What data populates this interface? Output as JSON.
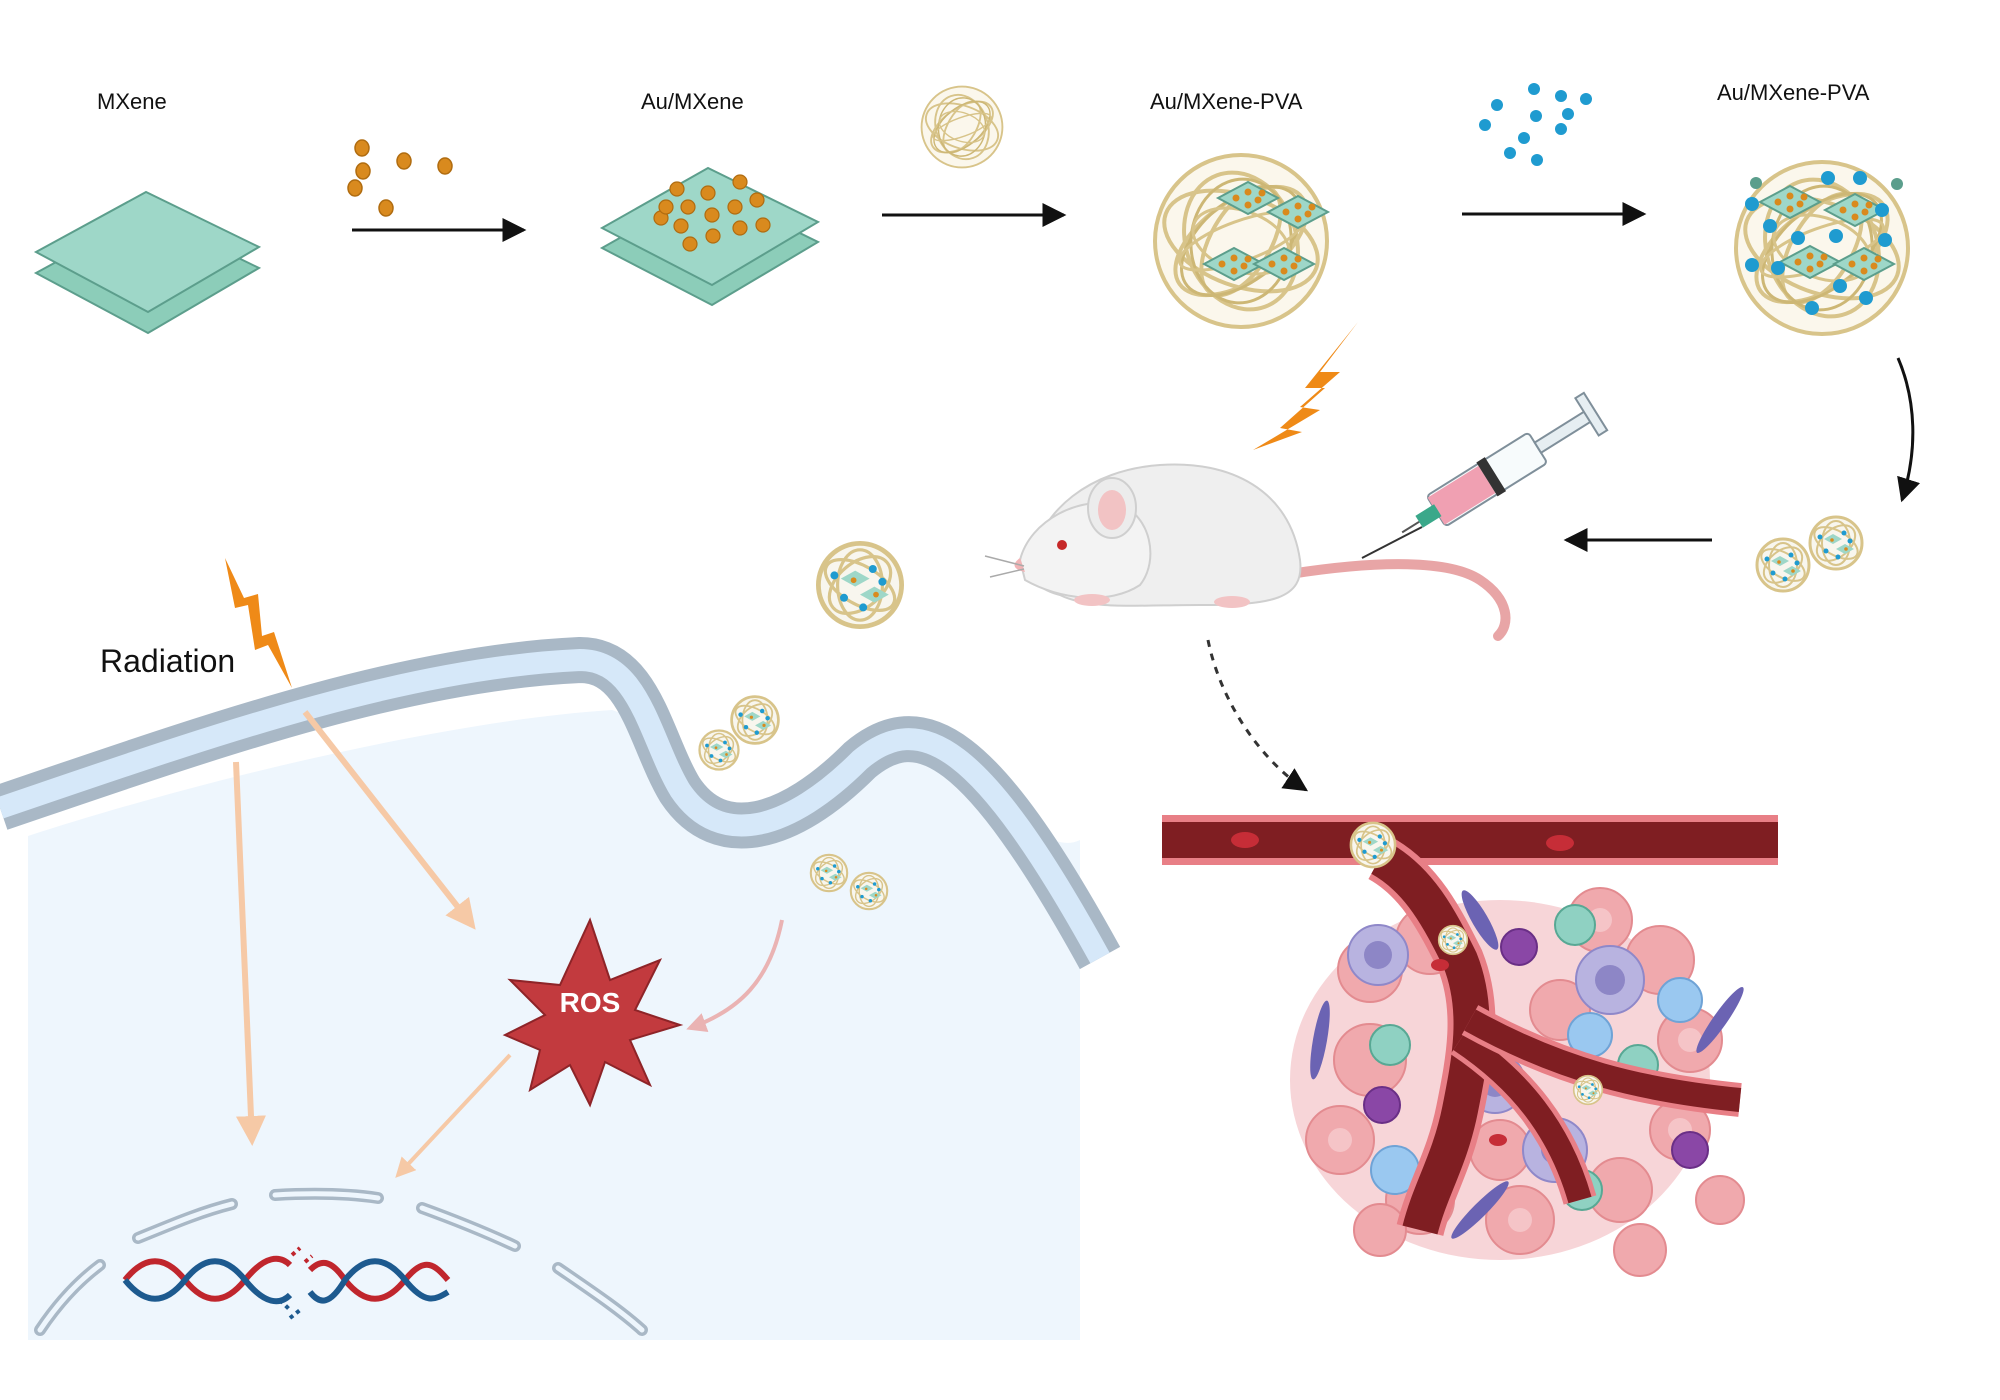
{
  "labels": {
    "mxene": "MXene",
    "au_mxene": "Au/MXene",
    "au_mxene_pva_1": "Au/MXene-PVA",
    "au_mxene_pva_2": "Au/MXene-PVA",
    "radiation": "Radiation",
    "ros": "ROS"
  },
  "colors": {
    "mxene_sheet": "#9ed7c8",
    "mxene_edge": "#5c9e8c",
    "gold_particle": "#d98a1e",
    "pva_fiber": "#d8c48a",
    "drug_dot": "#1f9bd0",
    "lightning": "#ef8a17",
    "ros_burst": "#c23a3e",
    "membrane": "#a9b8c6",
    "cytoplasm": "#eef6fd",
    "vessel": "#7f1e22",
    "dna_red": "#c0262d",
    "dna_blue": "#1d5a8f"
  },
  "icons": [
    "lightning-icon",
    "syringe-icon",
    "mouse-icon",
    "dna-icon",
    "ros-burst-icon"
  ]
}
